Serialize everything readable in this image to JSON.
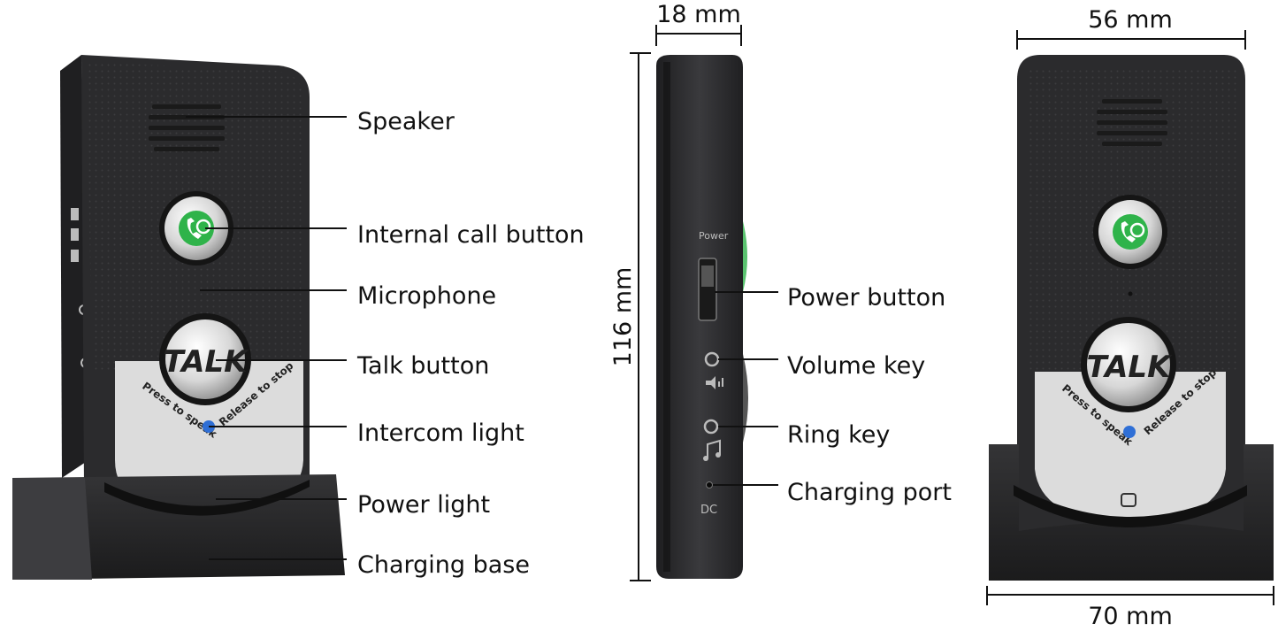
{
  "labels": {
    "speaker": "Speaker",
    "internal_call_button": "Internal call button",
    "microphone": "Microphone",
    "talk_button": "Talk button",
    "intercom_light": "Intercom light",
    "power_light": "Power light",
    "charging_base": "Charging base",
    "power_button": "Power button",
    "volume_key": "Volume key",
    "ring_key": "Ring key",
    "charging_port": "Charging port"
  },
  "dimensions": {
    "depth": "18 mm",
    "height": "116 mm",
    "width": "56 mm",
    "base_width": "70 mm"
  },
  "device_text": {
    "talk": "TALK",
    "press_to_speak": "Press to speak",
    "release_to_stop": "Release to stop",
    "power": "Power",
    "dc": "DC"
  },
  "colors": {
    "body": "#2b2b2d",
    "panel": "#dcdcdc",
    "call_green": "#2fb34a",
    "intercom_blue": "#2f6fd6"
  },
  "icons": {
    "call": "phone-cycle-icon",
    "light": "led-icon",
    "ring": "music-note-icon",
    "volume": "speaker-volume-icon"
  }
}
